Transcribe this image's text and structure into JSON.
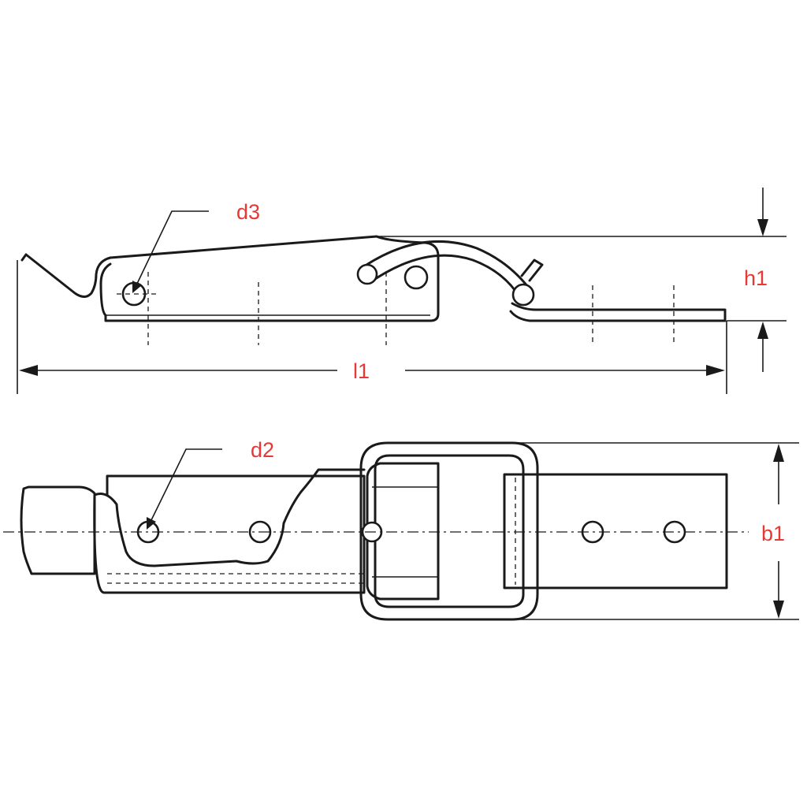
{
  "labels": {
    "d3": "d3",
    "d2": "d2",
    "h1": "h1",
    "l1": "l1",
    "b1": "b1"
  },
  "colors": {
    "line": "#1a1a1a",
    "label": "#e53935",
    "background": "#ffffff"
  }
}
